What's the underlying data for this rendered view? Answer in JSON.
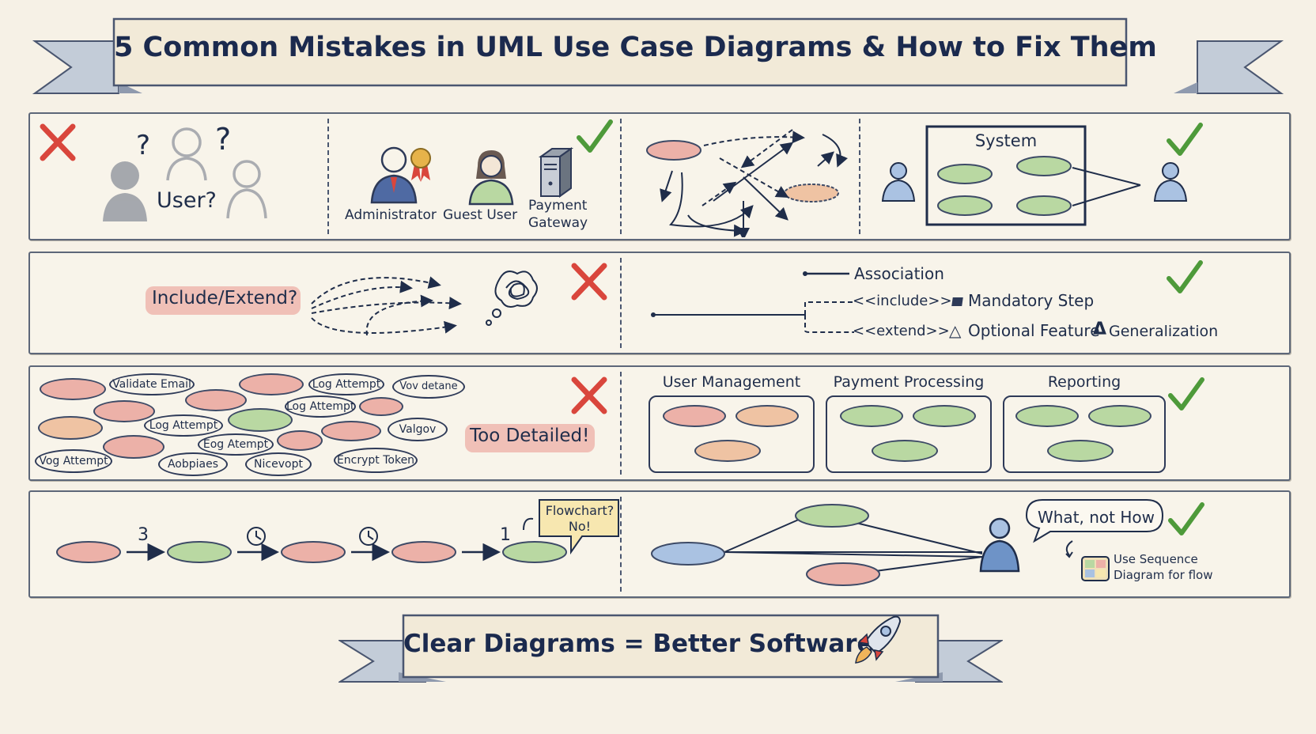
{
  "title": "5 Common Mistakes in UML Use Case Diagrams & How to Fix Them",
  "footer": "Clear Diagrams = Better Software",
  "colors": {
    "ink": "#1f2d4a",
    "wrong": "#d9463c",
    "right": "#4e9a3a",
    "pill_red": "#ecb1a8",
    "pill_green": "#b9d8a2",
    "pill_blue": "#aac2e2",
    "highlight": "#e9968c"
  },
  "icons": {
    "wrong": "x-mark-icon",
    "right": "check-mark-icon",
    "rocket": "rocket-icon",
    "clock": "clock-icon",
    "badge": "badge-icon"
  },
  "row1": {
    "generic_user_label": "User?",
    "question_mark": "?",
    "actors": [
      {
        "label": "Administrator"
      },
      {
        "label": "Guest User"
      },
      {
        "label_line1": "Payment",
        "label_line2": "Gateway"
      }
    ],
    "system_label": "System"
  },
  "row2": {
    "wrong_label": "Include/Extend?",
    "legend": {
      "association": "Association",
      "include": "<<include>>",
      "mandatory": "Mandatory Step",
      "extend": "<<extend>>",
      "optional": "Optional Feature",
      "generalization": "Generalization"
    }
  },
  "row3": {
    "detail_ovals": [
      "Validate Email",
      "Log Attempt",
      "Vov detane",
      "Log Attempt",
      "Log Attempt",
      "Eog Atempt",
      "Valgov",
      "Vog Attempt",
      "Aobpiaes",
      "Nicevopt",
      "Encrypt Token"
    ],
    "wrong_label": "Too Detailed!",
    "groups": [
      "User Management",
      "Payment Processing",
      "Reporting"
    ]
  },
  "row4": {
    "step_numbers": [
      "3",
      "1"
    ],
    "flowchart_line1": "Flowchart?",
    "flowchart_line2": "No!",
    "what_not_how": "What, not How",
    "sequence_line1": "Use Sequence",
    "sequence_line2": "Diagram for flow"
  }
}
